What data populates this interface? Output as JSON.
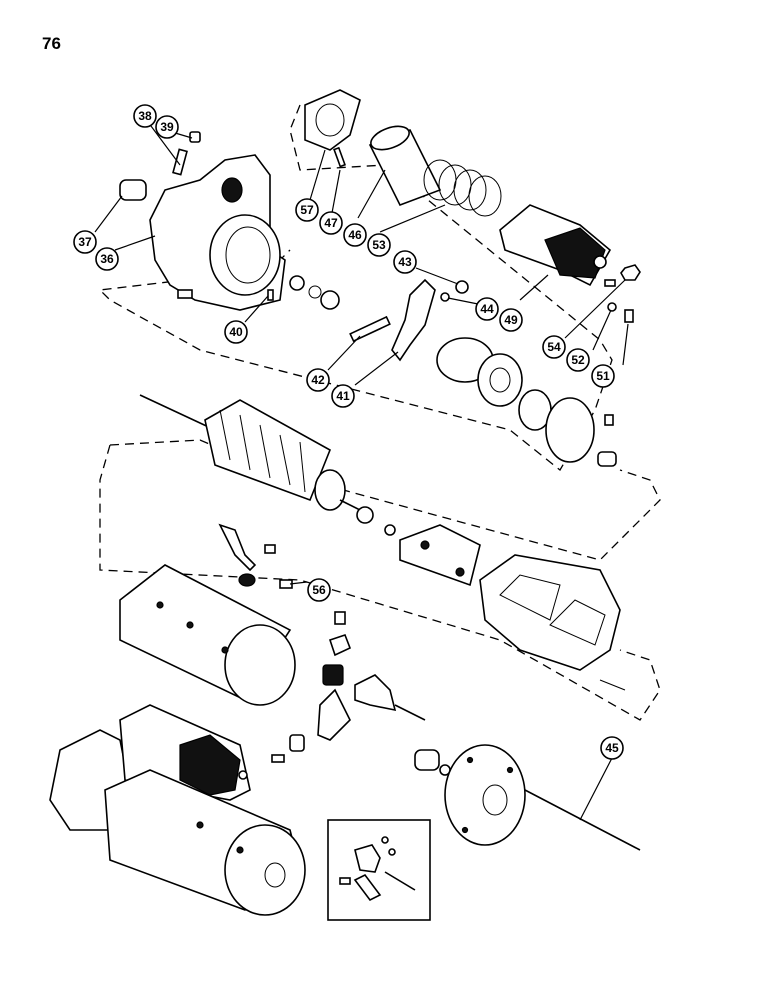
{
  "page": {
    "number": "76"
  },
  "callouts": [
    {
      "id": "c38",
      "label": "38"
    },
    {
      "id": "c39",
      "label": "39"
    },
    {
      "id": "c37",
      "label": "37"
    },
    {
      "id": "c36",
      "label": "36"
    },
    {
      "id": "c40",
      "label": "40"
    },
    {
      "id": "c57",
      "label": "57"
    },
    {
      "id": "c47",
      "label": "47"
    },
    {
      "id": "c46",
      "label": "46"
    },
    {
      "id": "c53",
      "label": "53"
    },
    {
      "id": "c43",
      "label": "43"
    },
    {
      "id": "c44",
      "label": "44"
    },
    {
      "id": "c49",
      "label": "49"
    },
    {
      "id": "c54",
      "label": "54"
    },
    {
      "id": "c52",
      "label": "52"
    },
    {
      "id": "c51",
      "label": "51"
    },
    {
      "id": "c42",
      "label": "42"
    },
    {
      "id": "c41",
      "label": "41"
    },
    {
      "id": "c56",
      "label": "56"
    },
    {
      "id": "c45",
      "label": "45"
    }
  ]
}
